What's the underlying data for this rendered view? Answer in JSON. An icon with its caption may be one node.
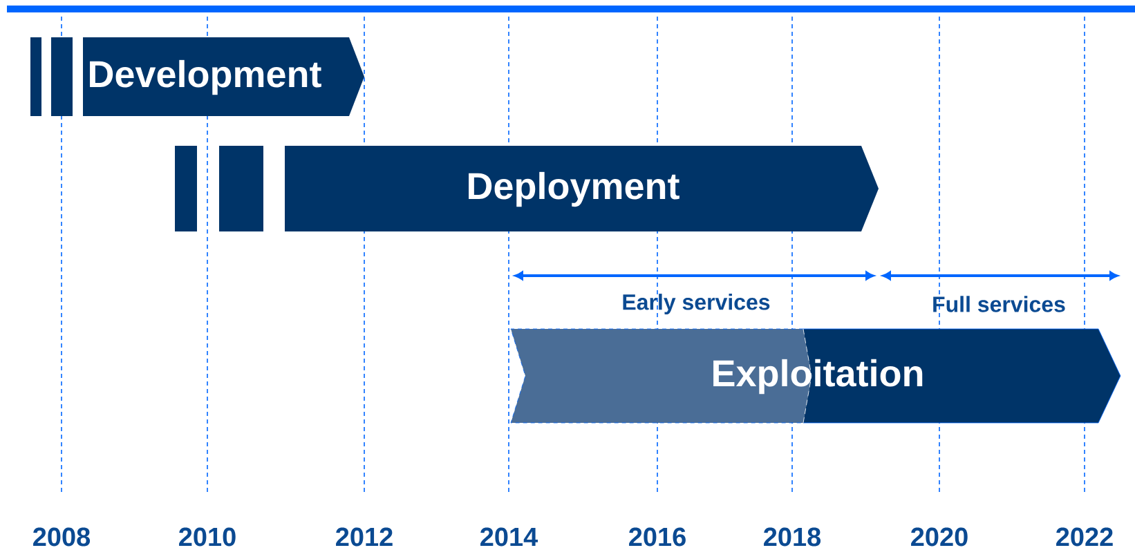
{
  "diagram": {
    "nodes": [
      {
        "text": [],
        "shape": "bar"
      },
      {
        "text": [],
        "shape": "bar"
      },
      {
        "text": [
          "Development"
        ]
      },
      {
        "text": [],
        "shape": "bar"
      },
      {
        "text": [],
        "shape": "bar"
      },
      {
        "text": [
          "Deployment"
        ]
      },
      {
        "text": [
          "Exploitation"
        ]
      }
    ],
    "labels": [
      "Early services",
      "Full services",
      "2008",
      "2010",
      "2012",
      "2014",
      "2016",
      "2018",
      "2020",
      "2022"
    ]
  }
}
